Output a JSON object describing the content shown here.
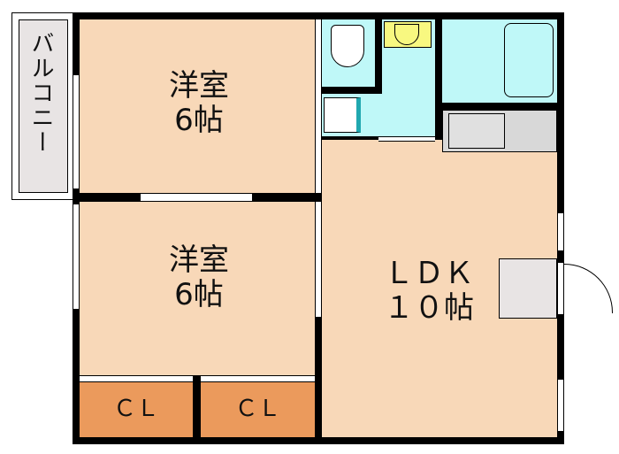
{
  "floorplan": {
    "balcony": {
      "label": "バルコニー"
    },
    "room1": {
      "name": "洋室",
      "size": "6帖"
    },
    "room2": {
      "name": "洋室",
      "size": "6帖"
    },
    "ldk": {
      "name": "ＬＤＫ",
      "size": "１０帖"
    },
    "closet1": {
      "label": "ＣＬ"
    },
    "closet2": {
      "label": "ＣＬ"
    }
  },
  "colors": {
    "room": "#f8d8b8",
    "wet_area": "#bff8f8",
    "closet": "#eb9a5c",
    "balcony": "#e8e4e4",
    "kitchen": "#d8d8d8",
    "sink": "#f8f880",
    "wall": "#000000"
  }
}
